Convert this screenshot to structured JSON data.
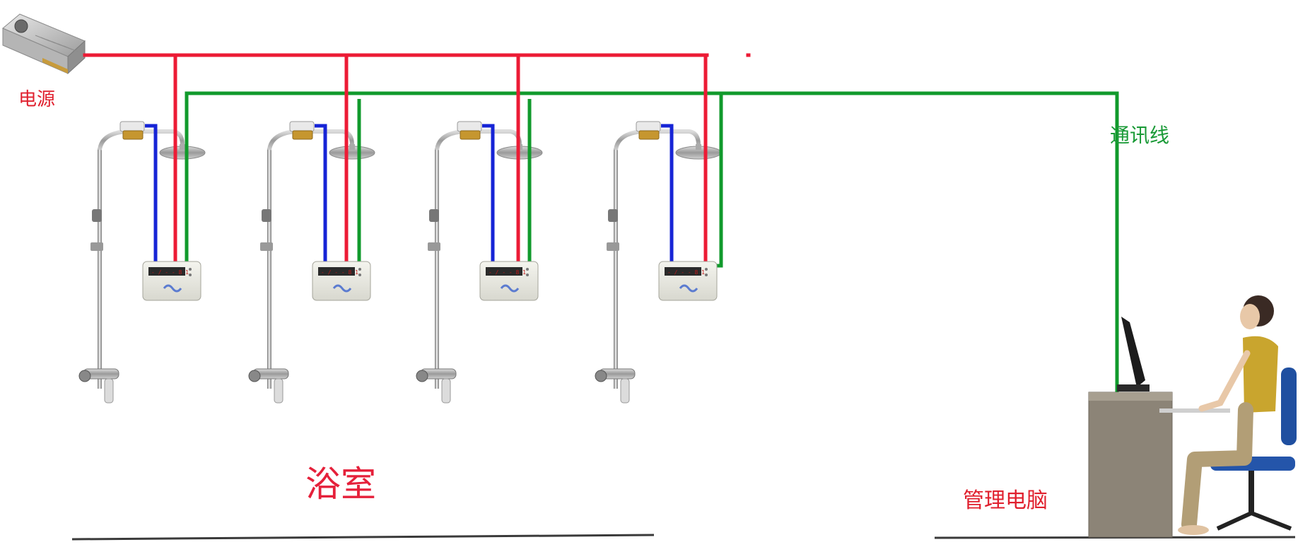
{
  "labels": {
    "power": "电源",
    "comm_line": "通讯线",
    "bathroom": "浴室",
    "management_pc": "管理电脑"
  },
  "colors": {
    "power_line": "#ec1b35",
    "comm_line": "#119a2c",
    "control_line": "#1624d6",
    "power_label": "#e0202e",
    "comm_label": "#1a9a37",
    "bathroom_label": "#e5203a",
    "pc_label": "#e0202e",
    "floor": "#3a3a3a",
    "meter_display": "#c41a1a"
  },
  "icons": {
    "power_supply": "power-supply-icon",
    "shower": "shower-fixture-icon",
    "meter": "card-water-meter-icon",
    "computer": "computer-monitor-icon",
    "operator": "seated-operator-icon"
  },
  "shower_units": [
    {
      "meter_display": "- / - - 8 1"
    },
    {
      "meter_display": "- / - - 8 1"
    },
    {
      "meter_display": "- / - - 8 1"
    },
    {
      "meter_display": "- / - - 8 1"
    }
  ]
}
